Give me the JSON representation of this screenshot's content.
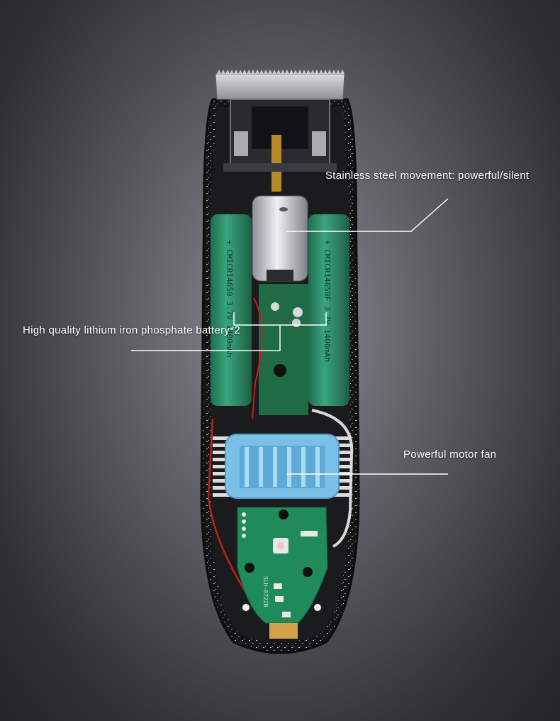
{
  "callouts": {
    "movement": "Stainless steel movement: powerful/silent",
    "battery": "High quality lithium iron phosphate battery*2",
    "fan": "Powerful motor fan"
  },
  "battery_markings": {
    "left": "+ CMICR14650  3.7V 1400mAh",
    "right": "+ CMICR14650F  3.7V 1400mAh"
  },
  "pcb_marking": "SLH-0722B",
  "colors": {
    "background_center": "#8a8d91",
    "background_edge": "#232527",
    "battery_green": "#2f8f6a",
    "fan_blue": "#79bfe6",
    "pcb_green": "#1f8a5a",
    "callout_line": "#ffffff"
  }
}
